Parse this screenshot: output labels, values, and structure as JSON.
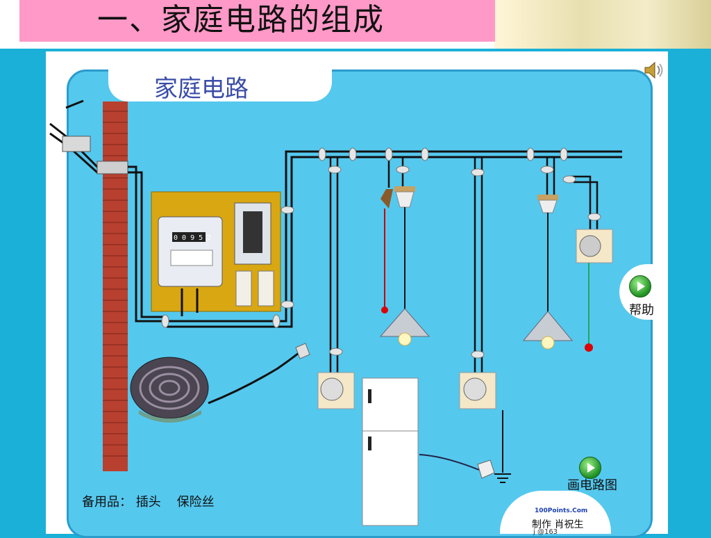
{
  "slide": {
    "title": "一、家庭电路的组成"
  },
  "panel": {
    "title": "家庭电路",
    "help_label": "帮助",
    "draw_label": "画电路图",
    "spares_label": "备用品：",
    "spares_items": [
      "插头",
      "保险丝"
    ]
  },
  "meter": {
    "reading": "0 0 9 5 2"
  },
  "credit": {
    "logo_text": "100Points.Com",
    "author": "制作  肖祝生",
    "extra": "j          @163"
  },
  "icons": [
    "speaker-icon",
    "play-icon"
  ],
  "colors": {
    "panel": "#55c8ee",
    "header_pink": "#ff99c7",
    "brick": "#b8402e",
    "wire": "#111111"
  }
}
